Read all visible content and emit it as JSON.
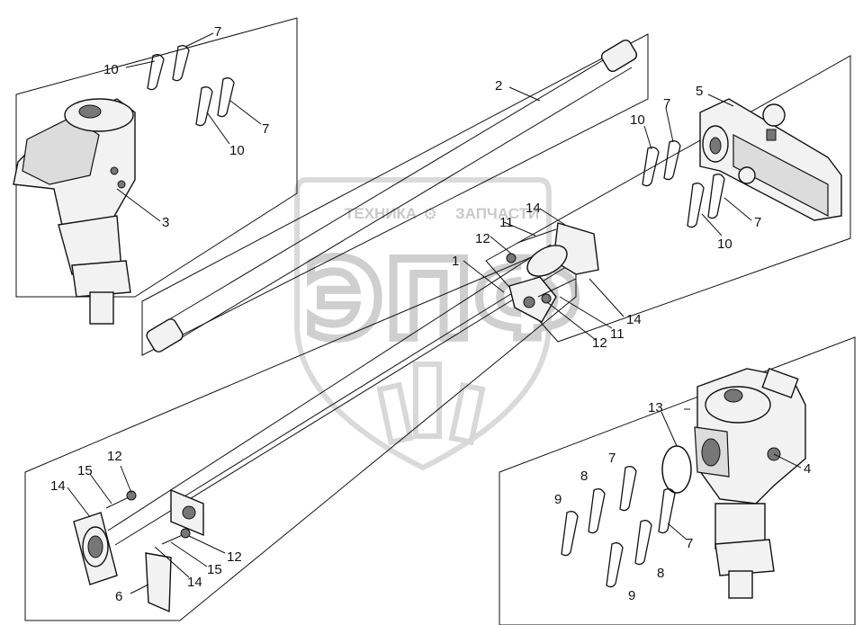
{
  "watermark": {
    "brand_line": "ТЕХНИКА",
    "brand_line2": "ЗАПЧАСТИ",
    "logo_letters": "ЭПФ"
  },
  "callouts": [
    {
      "id": "c1",
      "label": "1"
    },
    {
      "id": "c2",
      "label": "2"
    },
    {
      "id": "c3",
      "label": "3"
    },
    {
      "id": "c4",
      "label": "4"
    },
    {
      "id": "c5",
      "label": "5"
    },
    {
      "id": "c6",
      "label": "6"
    },
    {
      "id": "c7a",
      "label": "7"
    },
    {
      "id": "c7b",
      "label": "7"
    },
    {
      "id": "c7c",
      "label": "7"
    },
    {
      "id": "c7d",
      "label": "7"
    },
    {
      "id": "c7e",
      "label": "7"
    },
    {
      "id": "c7f",
      "label": "7"
    },
    {
      "id": "c8a",
      "label": "8"
    },
    {
      "id": "c8b",
      "label": "8"
    },
    {
      "id": "c9a",
      "label": "9"
    },
    {
      "id": "c9b",
      "label": "9"
    },
    {
      "id": "c10a",
      "label": "10"
    },
    {
      "id": "c10b",
      "label": "10"
    },
    {
      "id": "c10c",
      "label": "10"
    },
    {
      "id": "c10d",
      "label": "10"
    },
    {
      "id": "c11a",
      "label": "11"
    },
    {
      "id": "c11b",
      "label": "11"
    },
    {
      "id": "c12a",
      "label": "12"
    },
    {
      "id": "c12b",
      "label": "12"
    },
    {
      "id": "c12c",
      "label": "12"
    },
    {
      "id": "c12d",
      "label": "12"
    },
    {
      "id": "c14a",
      "label": "14"
    },
    {
      "id": "c14b",
      "label": "14"
    },
    {
      "id": "c14c",
      "label": "14"
    },
    {
      "id": "c14d",
      "label": "14"
    },
    {
      "id": "c15a",
      "label": "15"
    },
    {
      "id": "c15b",
      "label": "15"
    },
    {
      "id": "c13",
      "label": "13"
    }
  ]
}
